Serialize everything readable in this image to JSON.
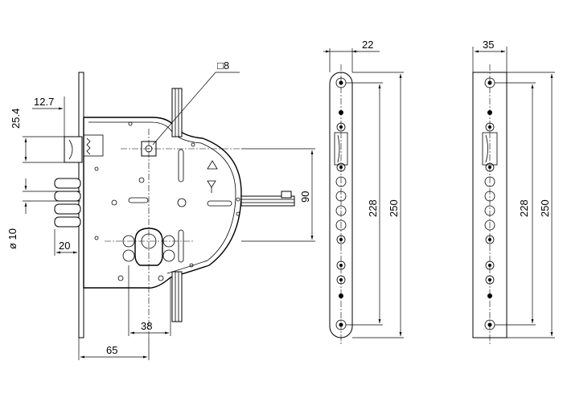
{
  "dimensions": {
    "backset_65": "65",
    "cylinder_38": "38",
    "bolt_20": "20",
    "bolt_diameter": "ø 10",
    "latch_12_7": "12.7",
    "latch_25_4": "25.4",
    "square_8": "□8",
    "height_90": "90",
    "strike_width_22": "22",
    "strike_width_35": "35",
    "hole_228_a": "228",
    "length_250_a": "250",
    "hole_228_b": "228",
    "length_250_b": "250"
  }
}
